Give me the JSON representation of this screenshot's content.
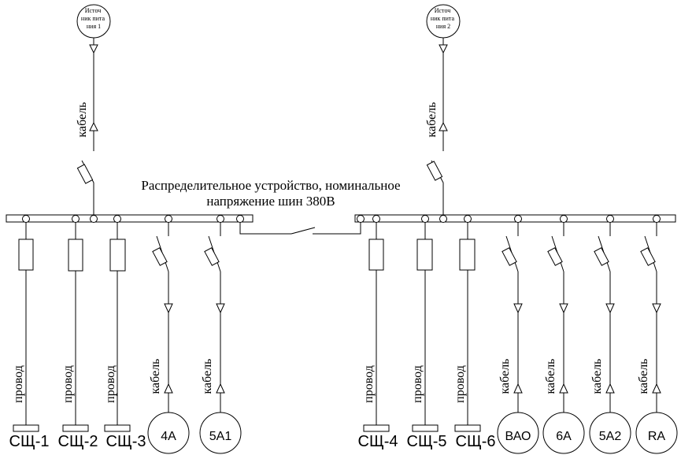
{
  "title_line1": "Распределительное устройство, номинальное",
  "title_line2": "напряжение шин 380В",
  "sources": [
    {
      "lines": [
        "Источ",
        "ник пита",
        "ния 1"
      ],
      "feeder_label": "кабель"
    },
    {
      "lines": [
        "Источ",
        "ник пита",
        "ния 2"
      ],
      "feeder_label": "кабель"
    }
  ],
  "outgoing": [
    {
      "label": "СЩ-1",
      "kind": "fuse",
      "line_label": "провод"
    },
    {
      "label": "СЩ-2",
      "kind": "fuse",
      "line_label": "провод"
    },
    {
      "label": "СЩ-3",
      "kind": "fuse",
      "line_label": "провод"
    },
    {
      "label": "4А",
      "kind": "breaker-motor",
      "line_label": "кабель"
    },
    {
      "label": "5А1",
      "kind": "breaker-motor",
      "line_label": "кабель"
    },
    {
      "label": "СЩ-4",
      "kind": "fuse",
      "line_label": "провод"
    },
    {
      "label": "СЩ-5",
      "kind": "fuse",
      "line_label": "провод"
    },
    {
      "label": "СЩ-6",
      "kind": "fuse",
      "line_label": "провод"
    },
    {
      "label": "ВАО",
      "kind": "breaker-motor",
      "line_label": "кабель"
    },
    {
      "label": "6А",
      "kind": "breaker-motor",
      "line_label": "кабель"
    },
    {
      "label": "5А2",
      "kind": "breaker-motor",
      "line_label": "кабель"
    },
    {
      "label": "RA",
      "kind": "breaker-motor",
      "line_label": "кабель"
    }
  ]
}
